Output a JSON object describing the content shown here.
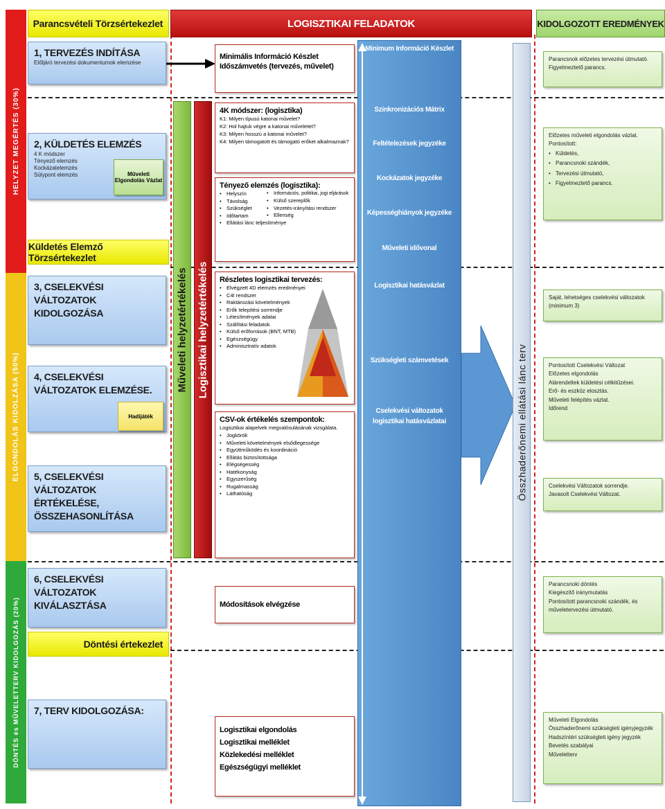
{
  "phases": [
    {
      "label": "HELYZET MEGÉRTÉS (30%)",
      "color": "#e21b1b"
    },
    {
      "label": "ELGONDOLÁS KIDOLZÁSA (50%)",
      "color": "#f0c419"
    },
    {
      "label": "DÖNTÉS és MŰVELETTERV KIDOLGOZÁS (20%)",
      "color": "#2faa3a"
    }
  ],
  "meetings": {
    "parancsveteli": "Parancsvételi Törzsértekezlet",
    "kuldetes": "Küldetés Elemző Törzsértekezlet",
    "dontesi": "Döntési értekezlet"
  },
  "headers": {
    "logisztikai": "LOGISZTIKAI FELADATOK",
    "kidolgozott": "KIDOLGOZOTT EREDMÉNYEK"
  },
  "steps": [
    {
      "title": "1, TERVEZÉS INDÍTÁSA",
      "sub": [
        "Előljáró tervezési dokumentumok elemzése"
      ]
    },
    {
      "title": "2, KÜLDETÉS ELEMZÉS",
      "sub": [
        "4 K módszer",
        "Tényező elemzés",
        "Kockázatelemzés",
        "Súlypont elemzés"
      ],
      "note": "Műveleti Elgondolás Vázlat"
    },
    {
      "title": "3, CSELEKVÉSI VÁLTOZATOK KIDOLGOZÁSA"
    },
    {
      "title": "4, CSELEKVÉSI VÁLTOZATOK ELEMZÉSE.",
      "note": "Hadijáték"
    },
    {
      "title": "5, CSELEKVÉSI VÁLTOZATOK ÉRTÉKELÉSE, ÖSSZEHASONLÍTÁSA"
    },
    {
      "title": "6, CSELEKVÉSI VÁLTOZATOK KIVÁLASZTÁSA"
    },
    {
      "title": "7, TERV KIDOLGOZÁSA:"
    }
  ],
  "vertical_bars": {
    "muveleti": "Műveleti helyzetértékelés",
    "logisztikai": "Logisztikai helyzetértékelés",
    "osszhaderonemi": "Összhaderőnemi ellátási lánc terv"
  },
  "mid": {
    "box1": {
      "lines": [
        "Minimális Információ Készlet",
        "Időszámvetés (tervezés, művelet)"
      ]
    },
    "box2": {
      "title": "4K módszer: (logisztika)",
      "lines": [
        "K1: Milyen típusú katonai művelet?",
        "K2: Hol hajtuk végre a katonai műveletet?",
        "K3: Milyen hosszú a katonai művelet?",
        "K4: Milyen támogatott és támogató erőket alkalmaznak?"
      ]
    },
    "box3": {
      "title": "Tényező elemzés (logisztika):",
      "left": [
        "Helyszín",
        "Távolság",
        "Szükséglet",
        "Időtartam",
        "Ellátási lánc teljesítménye"
      ],
      "right": [
        "Információs, politikai, jogi eljárások",
        "Külső szereplők",
        "Vezetés-irányítási rendszer",
        "Ellenség"
      ]
    },
    "box4": {
      "title": "Részletes logisztikai tervezés:",
      "items": [
        "Elvégzett 4D elemzés eredményei",
        "C4I rendszer",
        "Raktározási követelmények",
        "Erők telepítési sorrendje",
        "Létesítmények adatai",
        "Szállítási feladatok",
        "Külső erőforrások (BNT, MTB)",
        "Egészségügy",
        "Adminisztratív adatok"
      ]
    },
    "box5": {
      "title": "CSV-ok értékelés szempontok:",
      "intro": "Logisztikai alapelvek megvalósulásának vizsgálata.",
      "items": [
        "Jogkörök",
        "Műveleti követelmények elsődlegessége",
        "Együttműködés és koordináció",
        "Ellátás biztosítottsága",
        "Elégségesség",
        "Hatékonyság",
        "Egyszerűség",
        "Rugalmasság",
        "Láthatóság"
      ]
    },
    "box6": {
      "text": "Módosítások elvégzése"
    },
    "box7": {
      "lines": [
        "Logisztikai elgondolás",
        "Logisztikai melléklet",
        "Közlekedési melléklet",
        "Egészségügyi melléklet"
      ]
    }
  },
  "blue_column": [
    "Minimum Információ Készlet",
    "Szinkronizációs Mátrix",
    "Feltételezések jegyzéke",
    "Kockázatok jegyzéke",
    "Képességhiányok jegyzéke",
    "Műveleti idővonal",
    "Logisztikai hatásvázlat",
    "Szükségleti számvetések",
    "Cselekvési változatok logisztikai hatásvázlatai"
  ],
  "results": [
    {
      "lines": [
        "Parancsnok előzetes tervezési útmutató.",
        "Figyelmeztető parancs."
      ]
    },
    {
      "lines": [
        "Előzetes műveleti elgondolás vázlat.",
        "Pontosított:"
      ],
      "bullets": [
        "Küldetés,",
        "Parancsnoki szándék,",
        "Tervezési útmutató,",
        "Figyelmeztető parancs."
      ]
    },
    {
      "lines": [
        "Saját, lehetséges cselekvési változatok",
        " (minimum 3)"
      ]
    },
    {
      "lines": [
        "Pontosított Cselekvési Változat",
        "Előzetes elgondolás",
        "Alárendeltek küldetési célkitűzései.",
        "Erő- és eszköz elosztás.",
        "Műveleti felépítés vázlat.",
        "Időrend"
      ]
    },
    {
      "lines": [
        "Cselekvési Változatok sorrendje.",
        "Javasolt Cselekvési Változat."
      ]
    },
    {
      "lines": [
        "Parancsnoki döntés",
        "Kiegészítő iránymutatás",
        "Pontosított parancsnoki szándék, és műveletervezési útmutató."
      ]
    },
    {
      "lines": [
        "Műveleti Elgondolás",
        "Összhaderőnemi szükségleti igényjegyzék",
        "Hadszíntéri szükségleti igény jegyzék",
        "Bevetés szabályai",
        "Műveletterv"
      ]
    }
  ],
  "colors": {
    "red": "#c8161b",
    "blue": "#5b9bd5",
    "green": "#8bc34a",
    "yellow": "#f2ea2a"
  }
}
